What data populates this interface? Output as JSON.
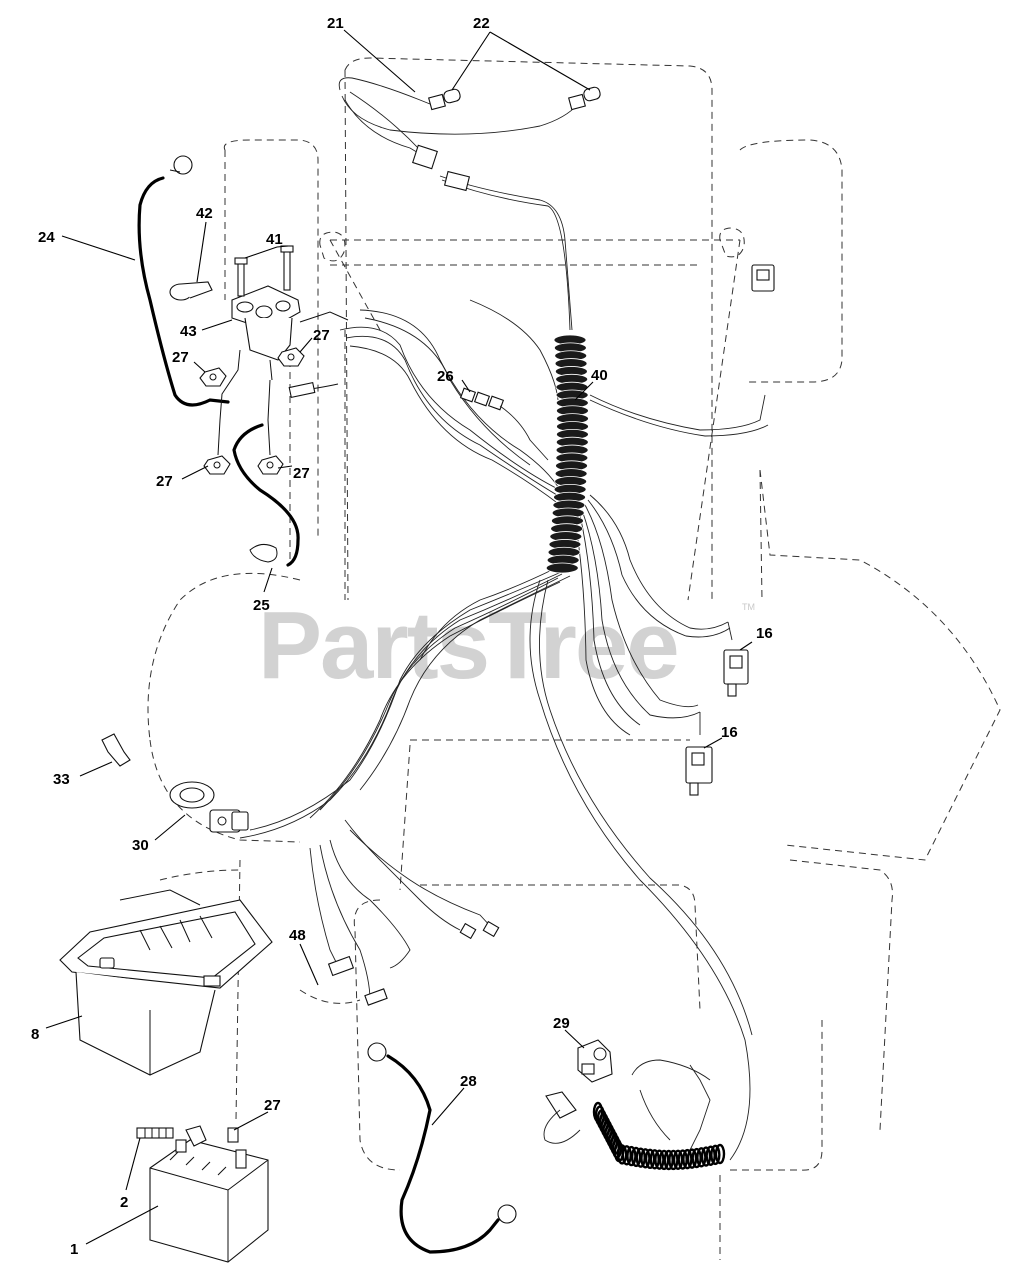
{
  "watermark": {
    "text": "PartsTree",
    "trademark": "TM"
  },
  "callouts": {
    "c21": "21",
    "c22": "22",
    "c24": "24",
    "c42": "42",
    "c41": "41",
    "c43": "43",
    "c27a": "27",
    "c27b": "27",
    "c27c": "27",
    "c27d": "27",
    "c27e": "27",
    "c26": "26",
    "c40": "40",
    "c25": "25",
    "c16a": "16",
    "c16b": "16",
    "c33": "33",
    "c30": "30",
    "c48": "48",
    "c8": "8",
    "c29": "29",
    "c28": "28",
    "c2": "2",
    "c1": "1"
  },
  "icons": [
    "battery-icon",
    "battery-box-icon",
    "wiring-harness-icon",
    "cable-icon",
    "connector-icon",
    "ignition-switch-icon",
    "split-loom-icon"
  ]
}
